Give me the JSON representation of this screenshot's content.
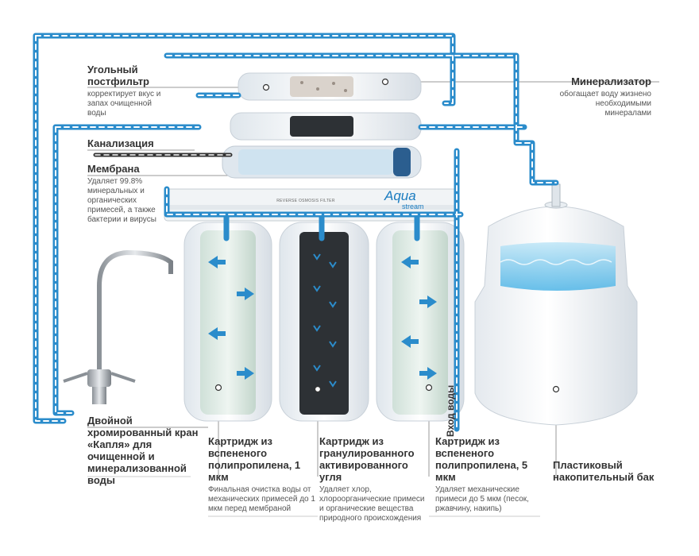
{
  "brand": {
    "name_line1": "Aqua",
    "name_line2": "stream"
  },
  "panel_label": "REVERSE OSMOSIS FILTER",
  "labels": {
    "postfilter": {
      "title": "Угольный постфильтр",
      "desc": "корректирует вкус и запах очищенной воды"
    },
    "drain": {
      "title": "Канализация"
    },
    "membrane": {
      "title": "Мембрана",
      "desc": "Удаляет 99.8% минеральных и органических примесей, а также бактерии и вирусы"
    },
    "faucet": {
      "title": "Двойной хромированный кран «Капля» для очищенной и минерализованной воды"
    },
    "cartridge1": {
      "title": "Картридж из вспененого полипропилена, 1 мкм",
      "desc": "Финальная очистка воды от механических примесей до 1 мкм перед мембраной"
    },
    "cartridge2": {
      "title": "Картридж из гранулированного активированного угля",
      "desc": "Удаляет хлор, хлороорганические примеси и органические вещества природного происхождения"
    },
    "cartridge3": {
      "title": "Картридж из вспененого полипропилена, 5 мкм",
      "desc": "Удаляет механические примеси до 5 мкм (песок, ржавчину, накипь)"
    },
    "tank": {
      "title": "Пластиковый накопительный бак"
    },
    "mineralizer": {
      "title": "Минерализатор",
      "desc": "обогащает воду жизнено необходимыми минералами"
    },
    "inlet": {
      "title": "Вход воды"
    }
  },
  "colors": {
    "pipe": "#2b8ccb",
    "pipe_dash": "#ffffff",
    "label_line": "#9a9a9a",
    "carbon": "#2d3135",
    "water": "#4db4e6"
  }
}
